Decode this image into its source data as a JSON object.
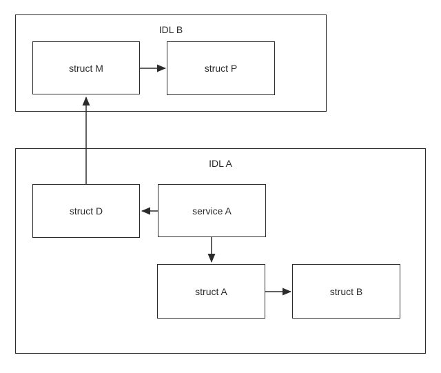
{
  "diagram": {
    "background_color": "#ffffff",
    "stroke_color": "#2b2b2b",
    "text_color": "#2b2b2b",
    "groups": [
      {
        "id": "idl-b",
        "label": "IDL B"
      },
      {
        "id": "idl-a",
        "label": "IDL A"
      }
    ],
    "nodes": [
      {
        "id": "struct-m",
        "label": "struct M",
        "group": "IDL B"
      },
      {
        "id": "struct-p",
        "label": "struct P",
        "group": "IDL B"
      },
      {
        "id": "struct-d",
        "label": "struct D",
        "group": "IDL A"
      },
      {
        "id": "service-a",
        "label": "service A",
        "group": "IDL A"
      },
      {
        "id": "struct-a",
        "label": "struct A",
        "group": "IDL A"
      },
      {
        "id": "struct-b",
        "label": "struct B",
        "group": "IDL A"
      }
    ],
    "edges": [
      {
        "from": "struct M",
        "to": "struct P",
        "direction": "right"
      },
      {
        "from": "struct D",
        "to": "struct M",
        "direction": "up"
      },
      {
        "from": "service A",
        "to": "struct D",
        "direction": "left"
      },
      {
        "from": "service A",
        "to": "struct A",
        "direction": "down"
      },
      {
        "from": "struct A",
        "to": "struct B",
        "direction": "right"
      }
    ]
  }
}
